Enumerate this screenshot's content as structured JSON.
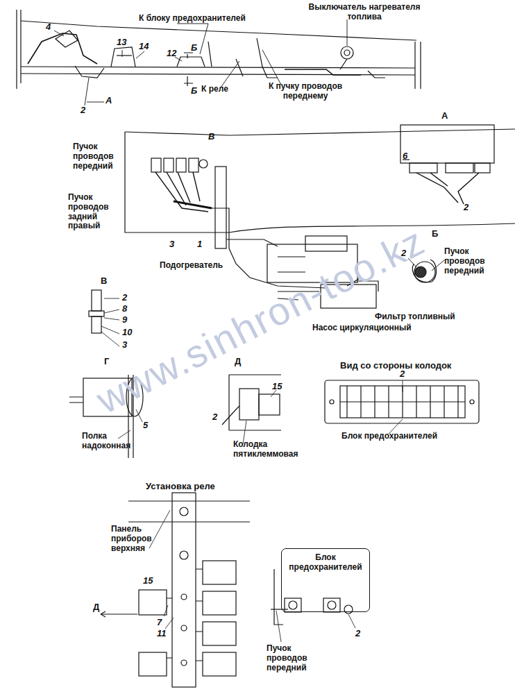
{
  "diagram": {
    "nodes": [
      {
        "text": [
          "Блок предохранителей"
        ]
      }
    ],
    "labels": [
      "www.sinhron-too.kz",
      "К блоку предохранителей",
      "Выключатель нагревателя топлива",
      "4",
      "13",
      "14",
      "12",
      "Б",
      "Б",
      "К реле",
      "К пучку проводов переднему",
      "2",
      "А",
      "А",
      "6",
      "2",
      "В",
      "Пучок проводов передний",
      "Пучок проводов задний правый",
      "3",
      "1",
      "Подогреватель",
      "Б",
      "2",
      "Пучок проводов передний",
      "В",
      "2",
      "8",
      "9",
      "10",
      "3",
      "Фильтр топливный",
      "Насос циркуляционный",
      "Г",
      "Д",
      "Вид со стороны колодок",
      "15",
      "2",
      "5",
      "Полка надоконная",
      "Колодка пятиклеммовая",
      "2",
      "Блок предохранителей",
      "Установка реле",
      "Панель приборов верхняя",
      "Д",
      "15",
      "7",
      "11",
      "2",
      "Пучок проводов передний"
    ]
  }
}
